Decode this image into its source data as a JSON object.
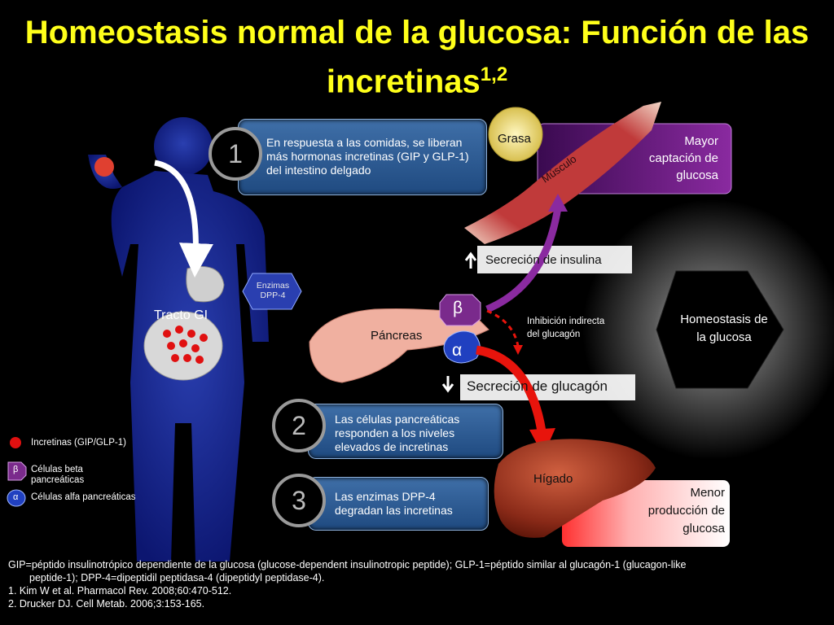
{
  "title": {
    "main": "Homeostasis normal de la glucosa: Función de las incretinas",
    "sup": "1,2"
  },
  "steps": [
    {
      "number": "1",
      "text": "En respuesta a las comidas, se liberan más hormonas incretinas (GIP y GLP-1) del intestino delgado"
    },
    {
      "number": "2",
      "text": "Las células pancreáticas responden a los niveles elevados de incretinas"
    },
    {
      "number": "3",
      "text": "Las enzimas DPP-4 degradan las incretinas"
    }
  ],
  "labels": {
    "gi_tract": "Tracto GI",
    "enzymes": "Enzimas DPP-4",
    "pancreas": "Páncreas",
    "beta": "β",
    "alpha": "α",
    "fat": "Grasa",
    "muscle": "Músculo",
    "uptake": "Mayor captación de glucosa",
    "insulin": "Secreción de insulina",
    "inhibition": "Inhibición indirecta del glucagón",
    "glucagon": "Secreción de glucagón",
    "homeostasis": "Homeostasis de la glucosa",
    "liver": "Hígado",
    "production": "Menor producción de glucosa"
  },
  "legend": [
    {
      "symbol": "",
      "text": "Incretinas (GIP/GLP-1)"
    },
    {
      "symbol": "β",
      "text": "Células beta pancreáticas"
    },
    {
      "symbol": "α",
      "text": "Células alfa pancreáticas"
    }
  ],
  "footer": {
    "line1": "GIP=péptido insulinotrópico dependiente de la glucosa (glucose-dependent insulinotropic peptide); GLP-1=péptido similar al glucagón-1 (glucagon-like",
    "line2": "peptide-1); DPP-4=dipeptidil peptidasa-4 (dipeptidyl peptidase-4).",
    "ref1": "1.    Kim W et al. Pharmacol Rev. 2008;60:470-512.",
    "ref2": "2.    Drucker DJ. Cell Metab. 2006;3:153-165."
  },
  "colors": {
    "title": "#ffff1a",
    "step_box": "#2a5a92",
    "beta": "#7a2a8c",
    "alpha": "#2040c0",
    "arrow_red": "#e8140c",
    "arrow_purple": "#8a2aa0"
  }
}
